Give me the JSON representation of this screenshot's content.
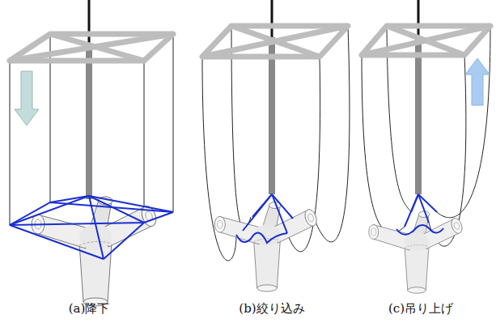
{
  "diagram": {
    "labels": [
      "(a)降下",
      "(b)絞り込み",
      "(c)吊り上げ"
    ]
  }
}
